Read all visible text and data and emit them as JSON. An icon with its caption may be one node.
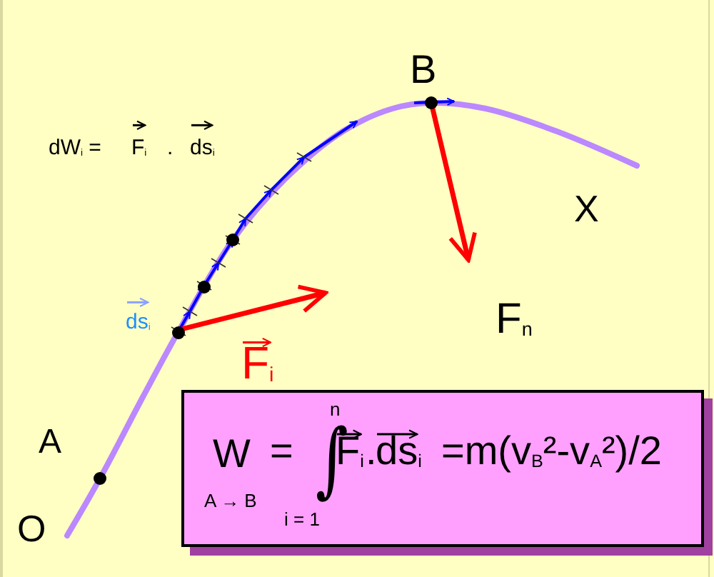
{
  "diagram": {
    "nodes": [
      {
        "text": [
          "W",
          "A → B",
          "=",
          "n",
          "∫",
          "i = 1",
          "F$_{i}$",
          ".",
          "ds$_{i}$",
          "=m(v$_{B}$²-v$_{A}$²)/2"
        ]
      }
    ],
    "edges": [],
    "labels": [
      "dW$_{i}$ =",
      "F$_{i}$",
      ".",
      "ds$_{i}$",
      "B",
      "X",
      "F$_{n}$",
      "ds$_{i}$",
      "F$_{i}$",
      "A",
      "O"
    ]
  }
}
